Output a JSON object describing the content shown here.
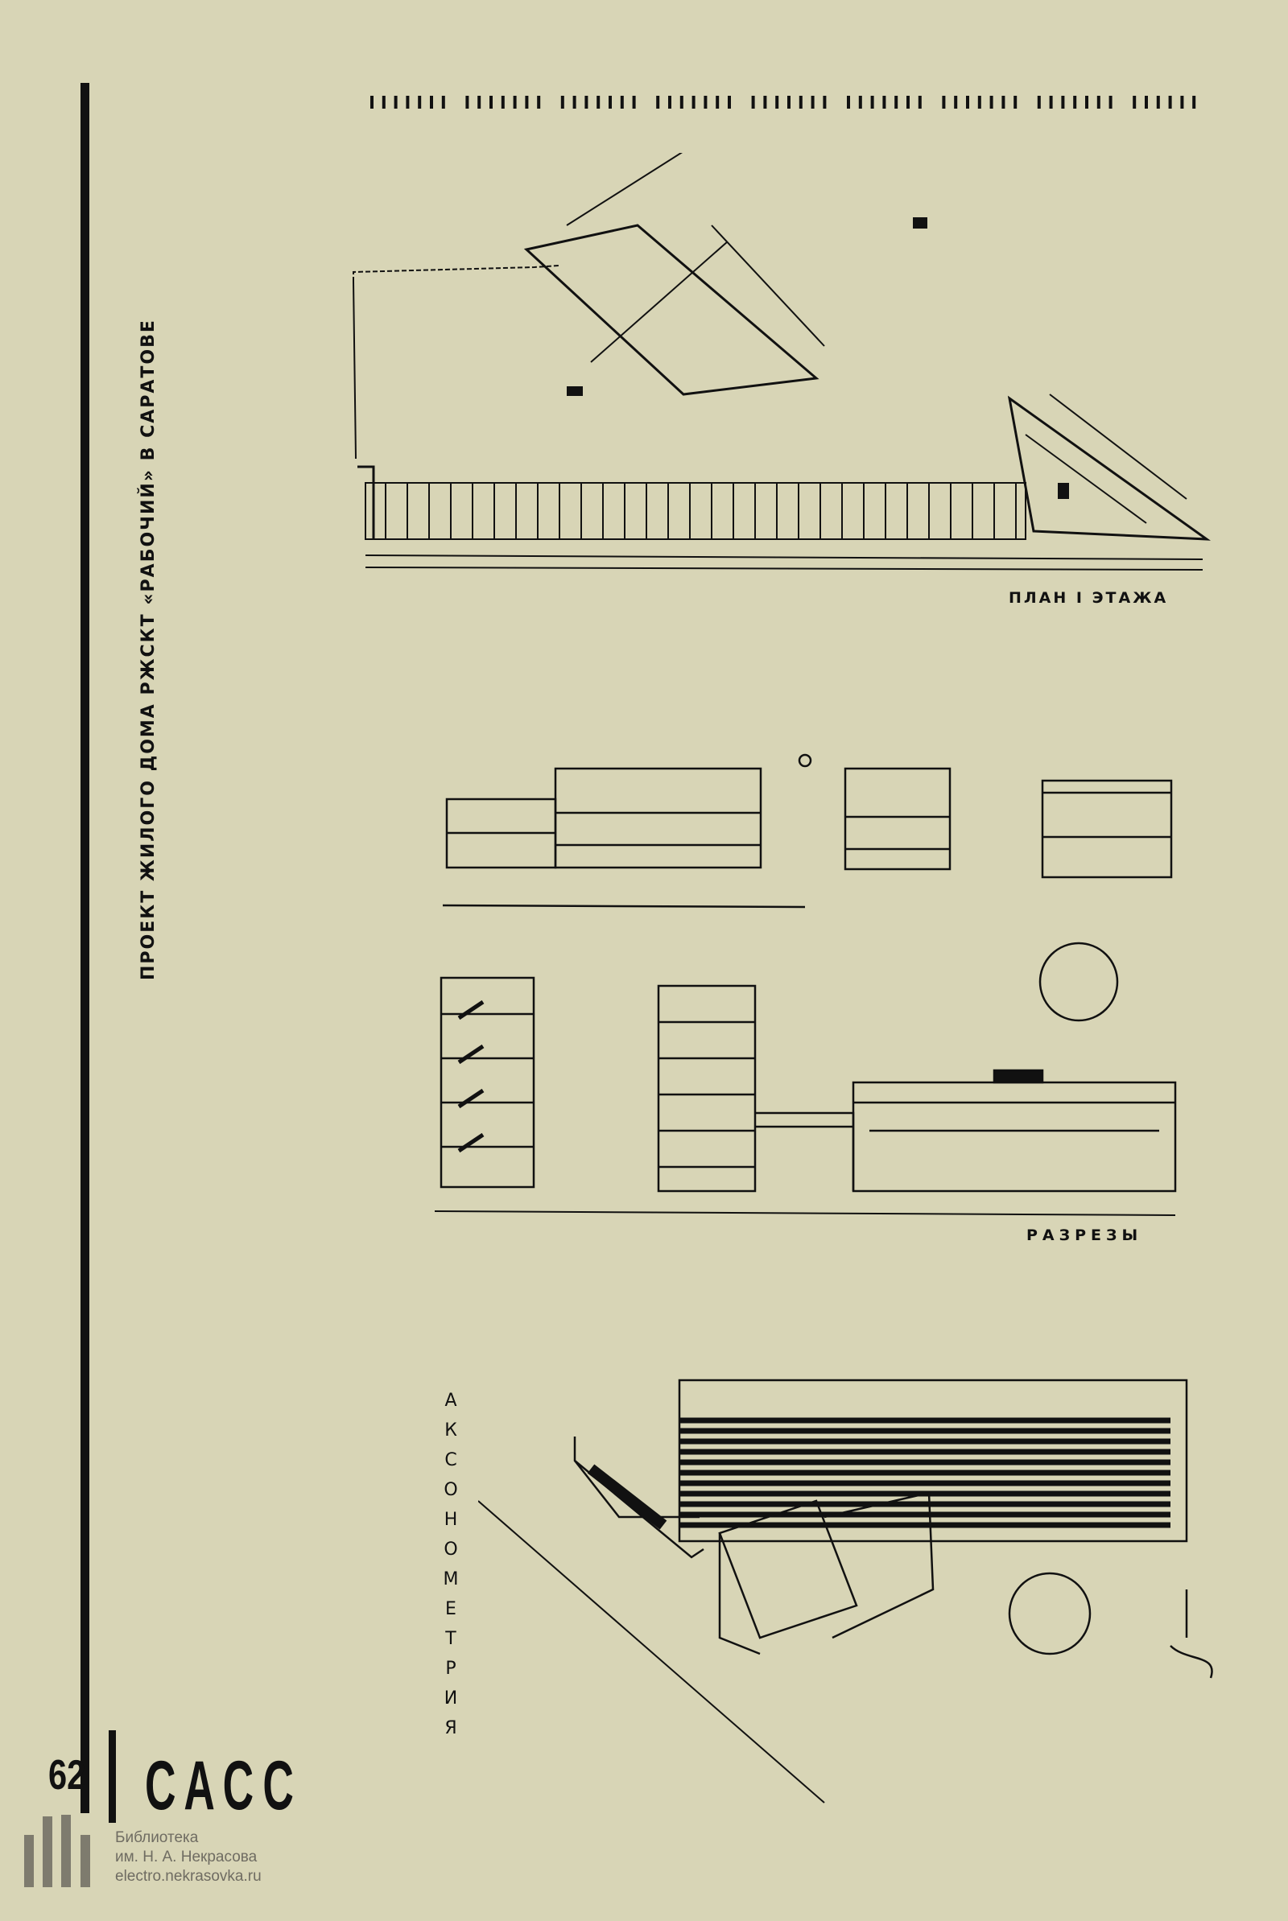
{
  "page": {
    "vertical_title": "ПРОЕКТ ЖИЛОГО ДОМА РЖСКТ «РАБОЧИЙ» В САРАТОВЕ",
    "plan_label": "ПЛАН I ЭТАЖА",
    "sections_label": "РАЗРЕЗЫ",
    "axonometry_letters": [
      "А",
      "К",
      "С",
      "О",
      "Н",
      "О",
      "М",
      "Е",
      "Т",
      "Р",
      "И",
      "Я"
    ],
    "page_number": "62",
    "magazine_logo": "САСС"
  },
  "watermark": {
    "line1": "Библиотека",
    "line2": "им. Н. А. Некрасова",
    "line3": "electro.nekrasovka.ru"
  },
  "colors": {
    "paper": "#d8d5b6",
    "ink": "#111111",
    "watermark": "#6f6c62"
  }
}
